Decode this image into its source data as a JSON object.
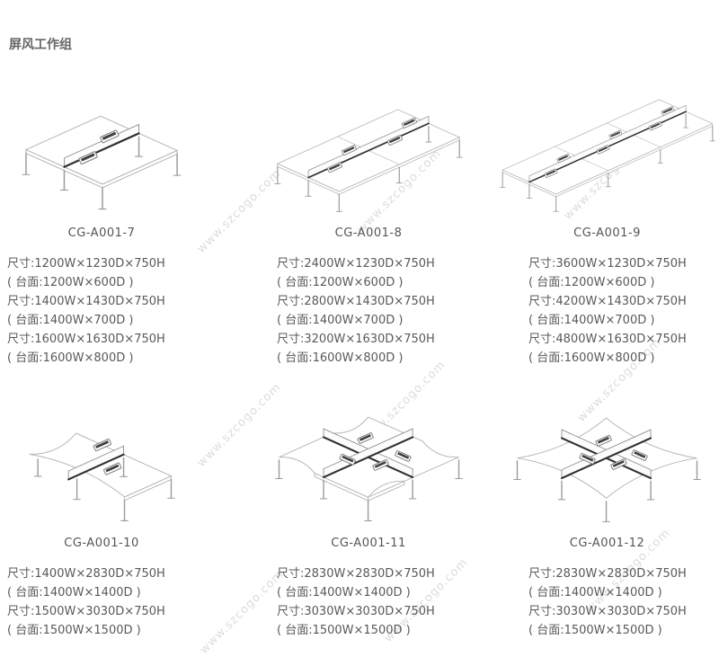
{
  "page": {
    "title": "屏风工作组",
    "watermark": "www.szcogo.com"
  },
  "products": [
    {
      "model": "CG-A001-7",
      "specs": [
        "尺寸:1200W×1230D×750H",
        "( 台面:1200W×600D )",
        "尺寸:1400W×1430D×750H",
        "( 台面:1400W×700D )",
        "尺寸:1600W×1630D×750H",
        "( 台面:1600W×800D )"
      ]
    },
    {
      "model": "CG-A001-8",
      "specs": [
        "尺寸:2400W×1230D×750H",
        "( 台面:1200W×600D )",
        "尺寸:2800W×1430D×750H",
        "( 台面:1400W×700D )",
        "尺寸:3200W×1630D×750H",
        "( 台面:1600W×800D )"
      ]
    },
    {
      "model": "CG-A001-9",
      "specs": [
        "尺寸:3600W×1230D×750H",
        "( 台面:1200W×600D )",
        "尺寸:4200W×1430D×750H",
        "( 台面:1400W×700D )",
        "尺寸:4800W×1630D×750H",
        "( 台面:1600W×800D )"
      ]
    },
    {
      "model": "CG-A001-10",
      "specs": [
        "尺寸:1400W×2830D×750H",
        "( 台面:1400W×1400D )",
        "尺寸:1500W×3030D×750H",
        "( 台面:1500W×1500D )"
      ]
    },
    {
      "model": "CG-A001-11",
      "specs": [
        "尺寸:2830W×2830D×750H",
        "( 台面:1400W×1400D )",
        "尺寸:3030W×3030D×750H",
        "( 台面:1500W×1500D )"
      ]
    },
    {
      "model": "CG-A001-12",
      "specs": [
        "尺寸:2830W×2830D×750H",
        "( 台面:1400W×1400D )",
        "尺寸:3030W×3030D×750H",
        "( 台面:1500W×1500D )"
      ]
    }
  ]
}
